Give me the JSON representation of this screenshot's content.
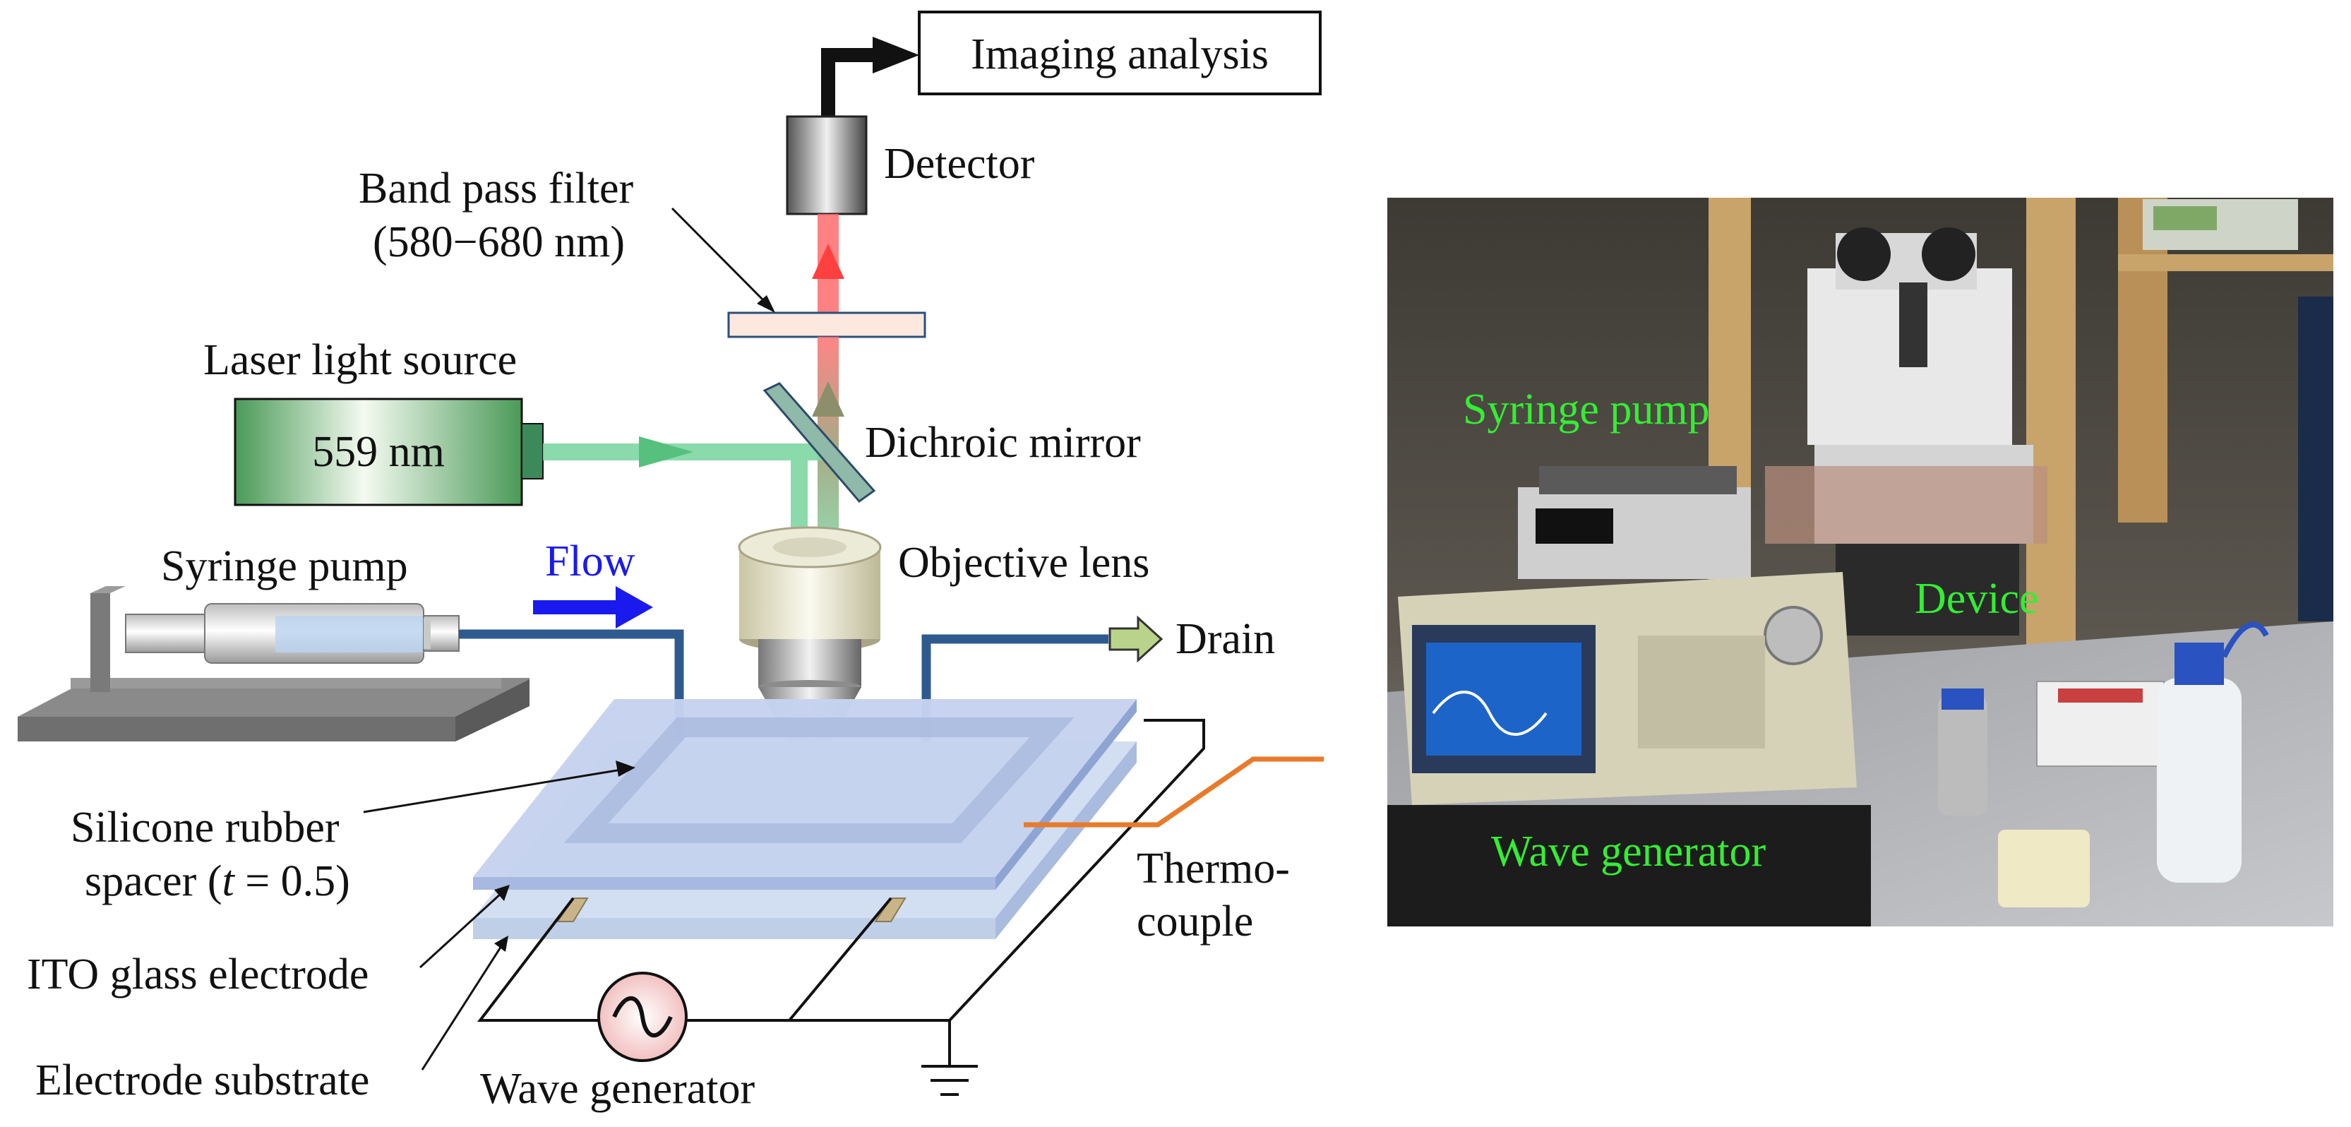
{
  "diagram": {
    "imaging_analysis": "Imaging analysis",
    "detector": "Detector",
    "band_pass_filter": "Band pass filter",
    "band_pass_range": "(580−680 nm)",
    "laser_light_source": "Laser light source",
    "laser_wavelength": "559 nm",
    "dichroic_mirror": "Dichroic mirror",
    "syringe_pump": "Syringe pump",
    "flow": "Flow",
    "objective_lens": "Objective lens",
    "drain": "Drain",
    "silicone_rubber_1": "Silicone rubber",
    "silicone_rubber_2_pre": "spacer (",
    "silicone_rubber_2_var": "t",
    "silicone_rubber_2_post": " = 0.5)",
    "ito_glass_electrode": "ITO glass electrode",
    "electrode_substrate": "Electrode substrate",
    "wave_generator": "Wave generator",
    "thermocouple_1": "Thermo-",
    "thermocouple_2": "couple"
  },
  "photo": {
    "syringe_pump": "Syringe pump",
    "device": "Device",
    "wave_generator": "Wave generator"
  },
  "colors": {
    "flow_arrow": "#1a1aee",
    "tubing": "#2e5a8f",
    "laser_beam": "#7ed6a2",
    "emission_beam": "#ff6b6b",
    "thermocouple_wire": "#e87a2a",
    "photo_label": "#33ee33"
  }
}
